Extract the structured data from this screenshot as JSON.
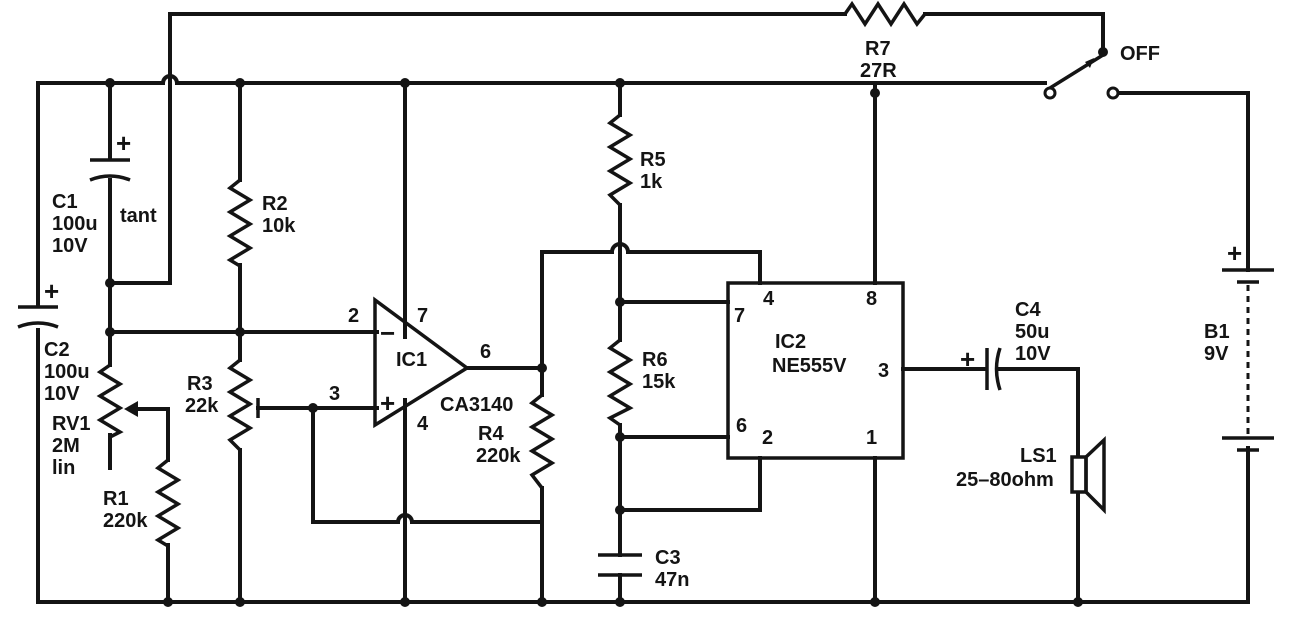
{
  "colors": {
    "ink": "#141414",
    "paper": "#ffffff"
  },
  "components": {
    "c1": {
      "ref": "C1",
      "value": "100u",
      "rating": "10V",
      "type": "tant",
      "polarity": "+"
    },
    "c2": {
      "ref": "C2",
      "value": "100u",
      "rating": "10V",
      "polarity": "+"
    },
    "rv1": {
      "ref": "RV1",
      "value": "2M",
      "taper": "lin"
    },
    "r1": {
      "ref": "R1",
      "value": "220k"
    },
    "r2": {
      "ref": "R2",
      "value": "10k"
    },
    "r3": {
      "ref": "R3",
      "value": "22k"
    },
    "r4": {
      "ref": "R4",
      "value": "220k"
    },
    "r5": {
      "ref": "R5",
      "value": "1k"
    },
    "r6": {
      "ref": "R6",
      "value": "15k"
    },
    "r7": {
      "ref": "R7",
      "value": "27R"
    },
    "c3": {
      "ref": "C3",
      "value": "47n"
    },
    "c4": {
      "ref": "C4",
      "value": "50u",
      "rating": "10V",
      "polarity": "+"
    },
    "ic1": {
      "ref": "IC1",
      "part": "CA3140",
      "pins": {
        "inv": "2",
        "noninv": "3",
        "out": "6",
        "vplus": "7",
        "vminus": "4"
      },
      "minus_sign": "−",
      "plus_sign": "+"
    },
    "ic2": {
      "ref": "IC2",
      "part": "NE555V",
      "pins": {
        "p4": "4",
        "p8": "8",
        "p7": "7",
        "p3": "3",
        "p6": "6",
        "p2": "2",
        "p1": "1"
      }
    },
    "ls1": {
      "ref": "LS1",
      "value": "25–80ohm"
    },
    "b1": {
      "ref": "B1",
      "value": "9V",
      "polarity": "+"
    },
    "switch": {
      "off_label": "OFF"
    }
  }
}
